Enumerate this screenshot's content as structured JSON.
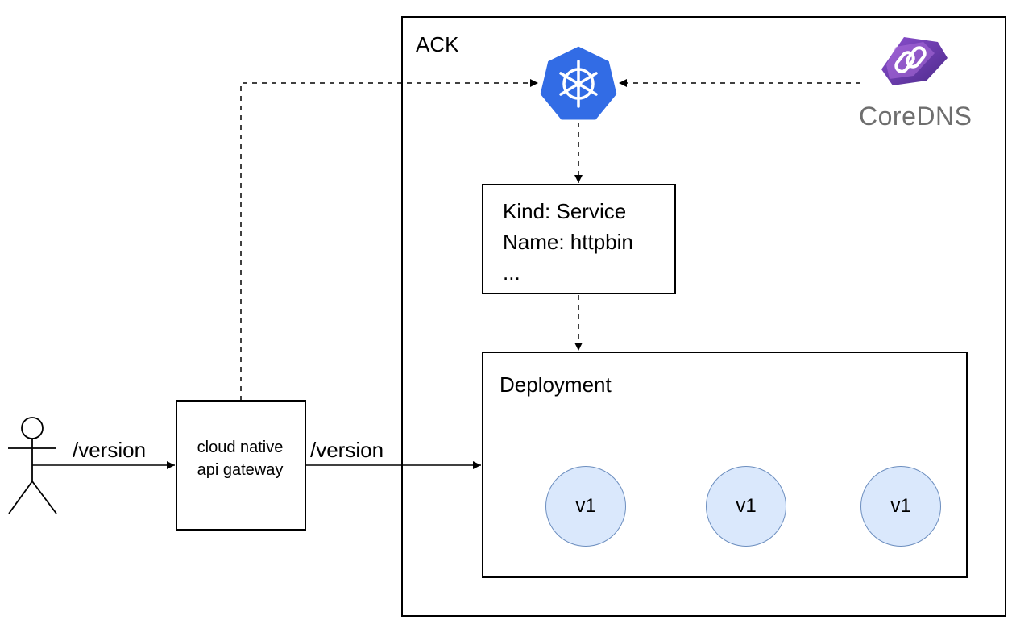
{
  "cluster": {
    "label": "ACK"
  },
  "service_box": {
    "line1": "Kind: Service",
    "line2": "Name: httpbin",
    "line3": "..."
  },
  "deployment": {
    "label": "Deployment",
    "pods": [
      {
        "label": "v1"
      },
      {
        "label": "v1"
      },
      {
        "label": "v1"
      }
    ]
  },
  "gateway": {
    "line1": "cloud native",
    "line2": "api gateway"
  },
  "routes": {
    "user_to_gateway": "/version",
    "gateway_to_deployment": "/version"
  },
  "coredns": {
    "name": "CoreDNS"
  },
  "icons": {
    "kubernetes": "kubernetes-icon",
    "coredns": "coredns-logo-icon",
    "user": "user-actor-icon"
  },
  "colors": {
    "kubernetes_blue": "#326ce5",
    "pod_fill": "#dae8fc",
    "pod_stroke": "#6c8ebf",
    "coredns_purple": "#6b3aa6"
  }
}
